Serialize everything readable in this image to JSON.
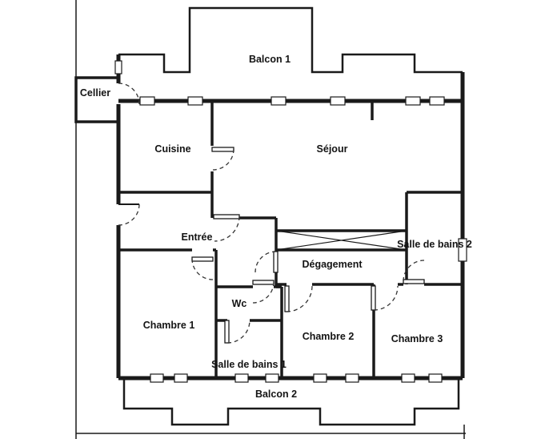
{
  "colors": {
    "ink": "#1a1a1a",
    "background": "#ffffff"
  },
  "plan": {
    "rooms": {
      "balcon_1": {
        "label": "Balcon 1"
      },
      "cellier": {
        "label": "Cellier"
      },
      "cuisine": {
        "label": "Cuisine"
      },
      "sejour": {
        "label": "Séjour"
      },
      "entree": {
        "label": "Entrée"
      },
      "degagement": {
        "label": "Dégagement"
      },
      "salle_de_bains_2": {
        "label": "Salle de bains 2"
      },
      "wc": {
        "label": "Wc"
      },
      "chambre_1": {
        "label": "Chambre 1"
      },
      "chambre_2": {
        "label": "Chambre 2"
      },
      "chambre_3": {
        "label": "Chambre 3"
      },
      "salle_de_bains_1": {
        "label": "Salle de bains 1"
      },
      "balcon_2": {
        "label": "Balcon 2"
      }
    }
  }
}
